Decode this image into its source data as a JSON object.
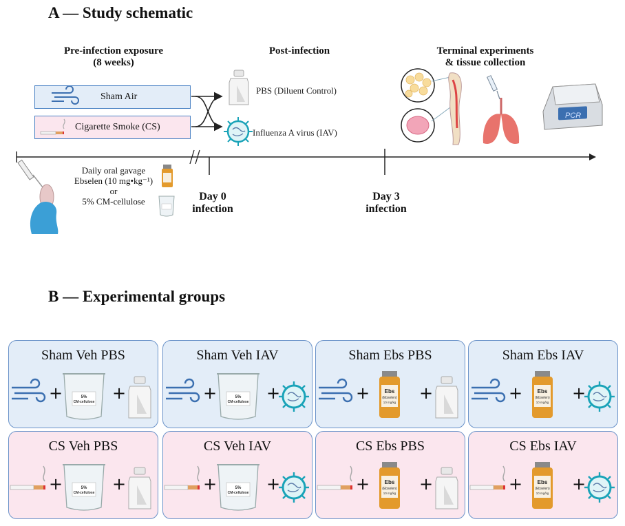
{
  "section_a": {
    "title": "A — Study schematic",
    "headers": {
      "pre": "Pre-infection exposure",
      "pre_sub": "(8 weeks)",
      "post": "Post-infection",
      "terminal": "Terminal experiments",
      "terminal_sub": "& tissue collection"
    },
    "exposures": [
      "Sham Air",
      "Cigarette Smoke (CS)"
    ],
    "treatments": [
      "PBS (Diluent Control)",
      "Influenza A virus (IAV)"
    ],
    "gavage": {
      "line1": "Daily oral gavage",
      "line2": "Ebselen (10 mg•kg⁻¹)",
      "line3": "or",
      "line4": "5% CM-cellulose"
    },
    "days": [
      {
        "label": "Day 0",
        "sub": "infection"
      },
      {
        "label": "Day 3",
        "sub": "infection"
      }
    ],
    "pcr_label": "PCR"
  },
  "section_b": {
    "title": "B — Experimental groups",
    "groups": [
      {
        "name": "Sham Veh PBS",
        "exposure": "air",
        "drug": "vehicle",
        "infection": "pbs",
        "color": "blue"
      },
      {
        "name": "Sham Veh IAV",
        "exposure": "air",
        "drug": "vehicle",
        "infection": "iav",
        "color": "blue"
      },
      {
        "name": "Sham Ebs PBS",
        "exposure": "air",
        "drug": "ebselen",
        "infection": "pbs",
        "color": "blue"
      },
      {
        "name": "Sham Ebs IAV",
        "exposure": "air",
        "drug": "ebselen",
        "infection": "iav",
        "color": "blue"
      },
      {
        "name": "CS Veh PBS",
        "exposure": "cigarette",
        "drug": "vehicle",
        "infection": "pbs",
        "color": "pink"
      },
      {
        "name": "CS Veh IAV",
        "exposure": "cigarette",
        "drug": "vehicle",
        "infection": "iav",
        "color": "pink"
      },
      {
        "name": "CS Ebs PBS",
        "exposure": "cigarette",
        "drug": "ebselen",
        "infection": "pbs",
        "color": "pink"
      },
      {
        "name": "CS Ebs IAV",
        "exposure": "cigarette",
        "drug": "ebselen",
        "infection": "iav",
        "color": "pink"
      }
    ],
    "plus": "+",
    "beaker_label": "5%",
    "beaker_label2": "CM-cellulose",
    "vial_label": "Ebs",
    "vial_label2": "(Ebselen)",
    "vial_label3": "10 mg/kg"
  },
  "colors": {
    "sham_fill": "#e3edf8",
    "cs_fill": "#fbe6ee",
    "box_border": "#4a82c4",
    "virus": "#1aa3b8",
    "lung": "#e8736c",
    "vial": "#e39a2c"
  }
}
